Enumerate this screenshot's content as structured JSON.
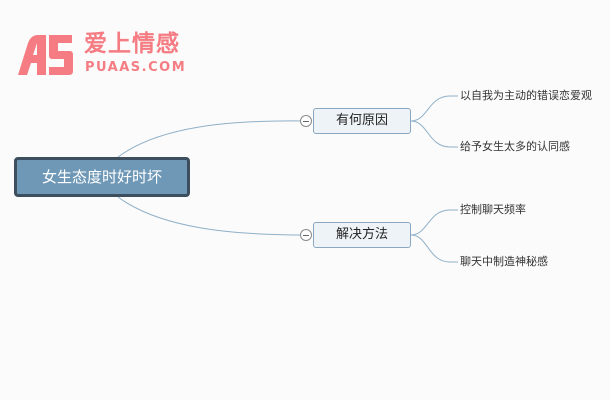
{
  "logo": {
    "text_cn": "爱上情感",
    "text_en": "PUAAS.COM",
    "color": "#f47c82"
  },
  "mindmap": {
    "root": "女生态度时好时坏",
    "branches": [
      {
        "label": "有何原因",
        "children": [
          "以自我为主动的错误恋爱观",
          "给予女生太多的认同感"
        ]
      },
      {
        "label": "解决方法",
        "children": [
          "控制聊天频率",
          "聊天中制造神秘感"
        ]
      }
    ]
  },
  "colors": {
    "root_fill": "#6f98b7",
    "root_border": "#3d4f5e",
    "branch_fill": "#eef3f8",
    "branch_border": "#8aa7c2",
    "connector": "#8fb0c8"
  }
}
